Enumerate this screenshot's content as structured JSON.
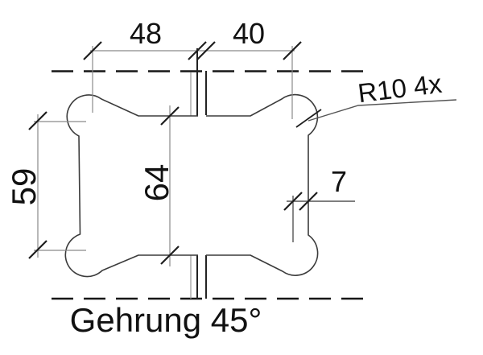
{
  "drawing": {
    "type": "technical-dimension-drawing",
    "part": "miter-joint-connector-profile",
    "dimensions": {
      "width_left": "48",
      "width_right": "40",
      "height_left": "59",
      "height_center": "64",
      "flank_offset_right": "7",
      "corner_radius_note": "R10 4x"
    },
    "caption": "Gehrung 45°"
  },
  "colors": {
    "background": "#ffffff",
    "outline": "#3c3c3c",
    "dimension_line": "#8a8a8a",
    "tick": "#1e1e1e",
    "centerline": "#171717",
    "text": "#111111"
  }
}
